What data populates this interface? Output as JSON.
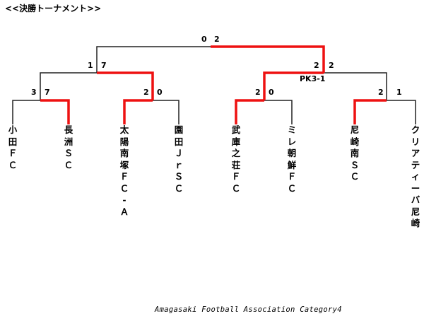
{
  "title": "<<決勝トーナメント>>",
  "colors": {
    "winner_line": "#ee1111",
    "loser_line": "#222222"
  },
  "teams": [
    "小田ＦＣ",
    "長洲ＳＣ",
    "太陽南塚ＦＣ-Ａ",
    "園田ＪｒＳＣ",
    "武庫之荘ＦＣ",
    "ミレ朝鮮ＦＣ",
    "尼崎南ＳＣ",
    "クリアティーバ尼崎"
  ],
  "scores": {
    "r1_m1": [
      "3",
      "7"
    ],
    "r1_m2": [
      "2",
      "0"
    ],
    "r1_m3": [
      "2",
      "0"
    ],
    "r1_m4": [
      "2",
      "1"
    ],
    "semi_left": [
      "1",
      "7"
    ],
    "semi_right": [
      "2",
      "2"
    ],
    "final": [
      "0",
      "2"
    ]
  },
  "semi_right_pk": "PK3-1",
  "footer": "Amagasaki Football Association Category4"
}
